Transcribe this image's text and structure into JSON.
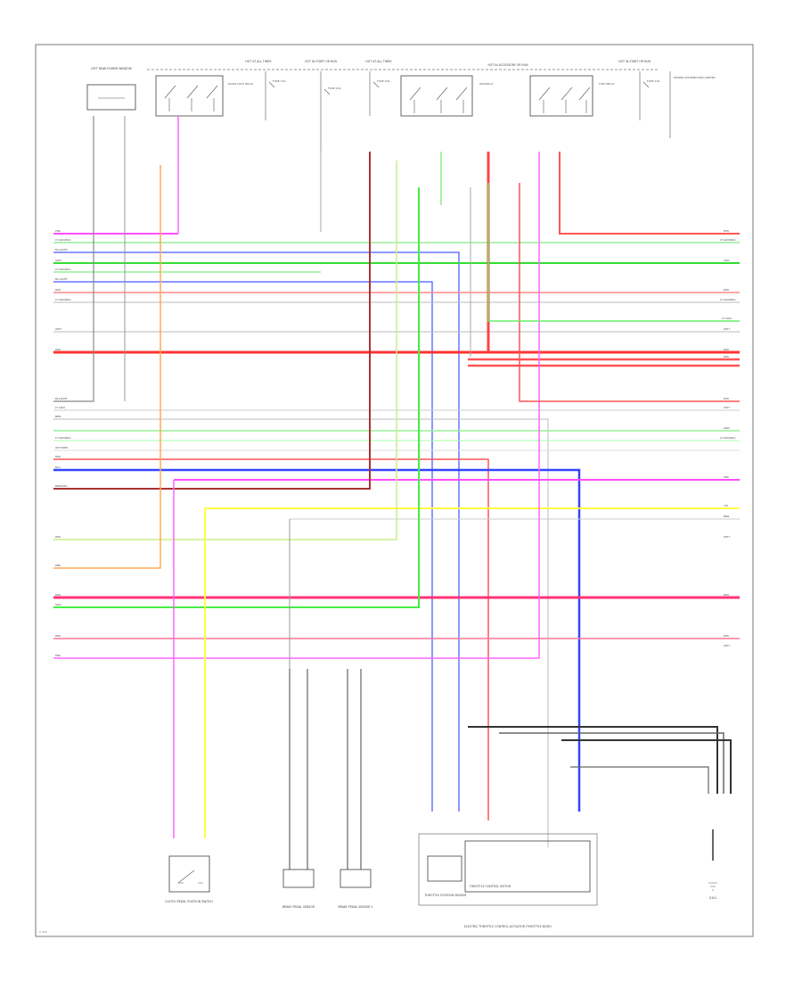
{
  "diagram": {
    "page_ref": "1 of 2",
    "components": [
      {
        "id": "left-block",
        "label": "LEFT REAR POWER WINDOW"
      },
      {
        "id": "relay-1",
        "label": "DOOR LOCK RELAY"
      },
      {
        "id": "fuse-1",
        "label": "FUSE 15A"
      },
      {
        "id": "fuse-2",
        "label": "FUSE 10A"
      },
      {
        "id": "fuse-3",
        "label": "FUSE 20A"
      },
      {
        "id": "relay-2",
        "label": "IGN RELAY"
      },
      {
        "id": "relay-3",
        "label": "FUEL RELAY"
      },
      {
        "id": "fuse-4",
        "label": "FUSE 15A"
      },
      {
        "id": "right-block",
        "label": "POWER DISTRIBUTION CENTER"
      },
      {
        "id": "clutch-switch",
        "label": "CLUTCH PEDAL POSITION SWITCH"
      },
      {
        "id": "sensor-1",
        "label": "BRAKE PEDAL SENSOR"
      },
      {
        "id": "sensor-2",
        "label": "BRAKE PEDAL SENSOR 2"
      },
      {
        "id": "throttle-sensor",
        "label": "THROTTLE POSITION SENSOR"
      },
      {
        "id": "throttle-motor",
        "label": "THROTTLE CONTROL MOTOR"
      },
      {
        "id": "actuator",
        "label": "ELECTRIC THROTTLE CONTROL ACTUATOR (THROTTLE BODY)"
      },
      {
        "id": "ground",
        "label": "G101"
      }
    ],
    "header_labels": [
      "HOT AT ALL TIMES",
      "HOT IN START OR RUN",
      "HOT AT ALL TIMES",
      "HOT IN START OR RUN",
      "HOT IN ACCESSORY OR RUN"
    ],
    "wire_labels_left": [
      "PNK",
      "LT GRN/BLK",
      "BLU/WHT",
      "GRN",
      "LT GRN/BLK",
      "BLU/WHT",
      "RED",
      "LT GRN/BLK",
      "WHT",
      "RED",
      "BLK/WHT",
      "LT GRN",
      "BRN",
      "LT GRN/BLK",
      "WHT/RED",
      "RED",
      "BLU",
      "BRN/RED",
      "RED",
      "PNK",
      "RED",
      "GRN",
      "RED",
      "PNK"
    ],
    "wire_labels_right": [
      "RED",
      "LT GRN/BLK",
      "GRN",
      "RED",
      "LT GRN/BLK",
      "LT GRN",
      "WHT",
      "RED",
      "RED",
      "RED",
      "WHT",
      "GRN",
      "LT GRN/BLK",
      "PNK",
      "YEL",
      "BRN",
      "WHT",
      "RED",
      "RED",
      "WHT"
    ],
    "wire_colors": {
      "pink": "#ff4dff",
      "red": "#ff2a2a",
      "green": "#33dd33",
      "blue": "#4455ff",
      "yellow": "#ffff33",
      "orange": "#ffaa44",
      "brown": "#aa4444",
      "gray": "#666666",
      "black": "#222222"
    }
  }
}
